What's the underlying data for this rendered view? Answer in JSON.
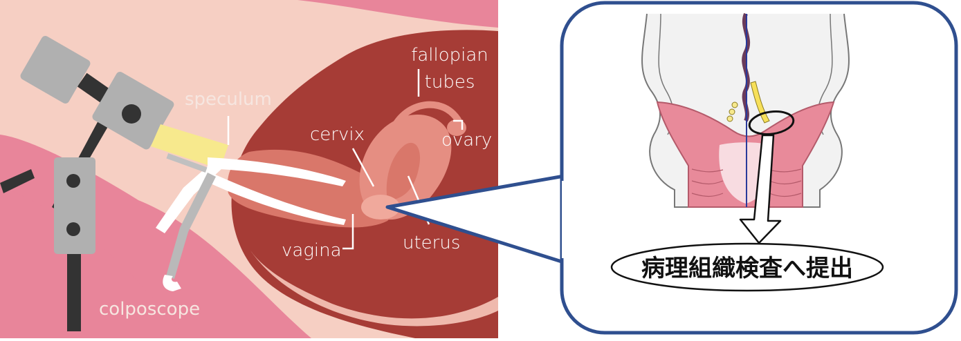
{
  "labels": {
    "fallopian_line1": "fallopian",
    "fallopian_line2": "tubes",
    "ovary": "ovary",
    "speculum": "speculum",
    "cervix": "cervix",
    "vagina": "vagina",
    "uterus": "uterus",
    "colposcope": "colposcope"
  },
  "callout": {
    "caption": "病理組織検査へ提出"
  },
  "colors": {
    "background_pink": "#e8859a",
    "skin": "#f6cfc3",
    "uterus_dark": "#a63c36",
    "callout_border": "#2f4f8f",
    "speculum": "#ffffff",
    "colposcope": "#b0b0b0",
    "highlight": "#f7e98d"
  }
}
